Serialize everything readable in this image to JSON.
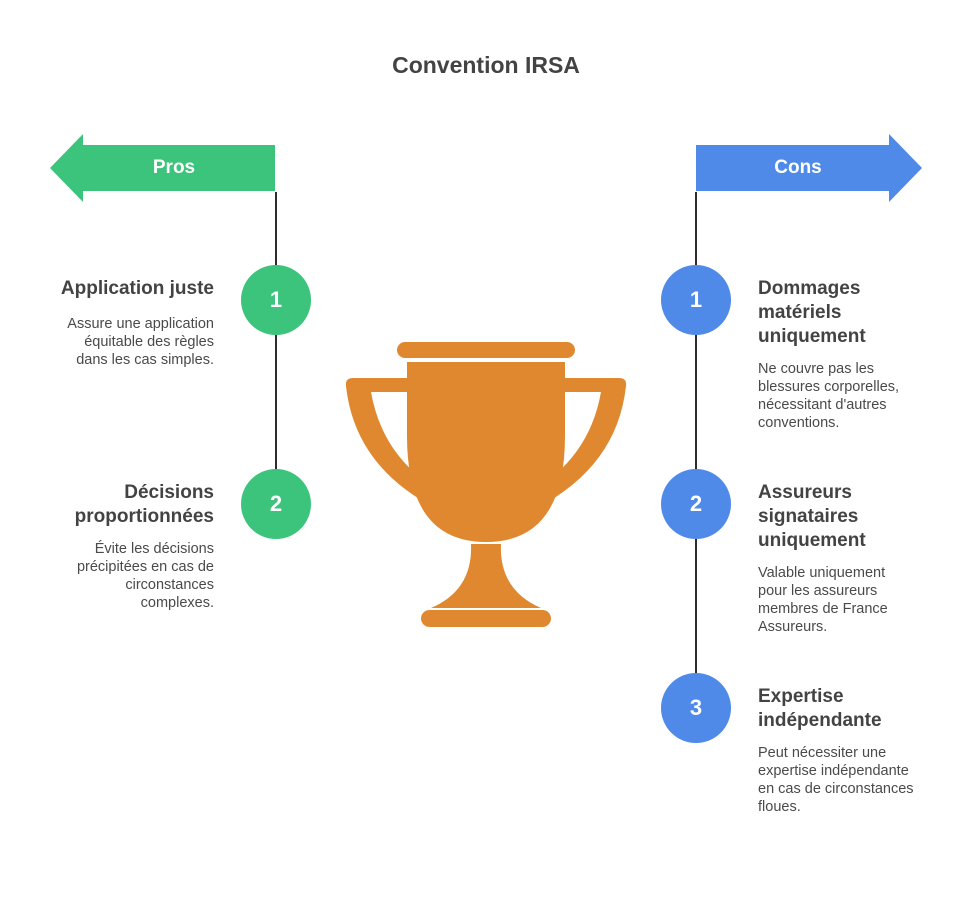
{
  "title": "Convention IRSA",
  "colors": {
    "pros": "#3cc47c",
    "cons": "#4f8ae8",
    "trophy": "#e08830"
  },
  "pros": {
    "label": "Pros",
    "items": [
      {
        "number": "1",
        "title": "Application juste",
        "description": "Assure une application équitable des règles dans les cas simples."
      },
      {
        "number": "2",
        "title": "Décisions proportionnées",
        "description": "Évite les décisions précipitées en cas de circonstances complexes."
      }
    ]
  },
  "cons": {
    "label": "Cons",
    "items": [
      {
        "number": "1",
        "title": "Dommages matériels uniquement",
        "description": "Ne couvre pas les blessures corporelles, nécessitant d'autres conventions."
      },
      {
        "number": "2",
        "title": "Assureurs signataires uniquement",
        "description": "Valable uniquement pour les assureurs membres de France Assureurs."
      },
      {
        "number": "3",
        "title": "Expertise indépendante",
        "description": "Peut nécessiter une expertise indépendante en cas de circonstances floues."
      }
    ]
  },
  "icons": {
    "center": "trophy-icon"
  }
}
